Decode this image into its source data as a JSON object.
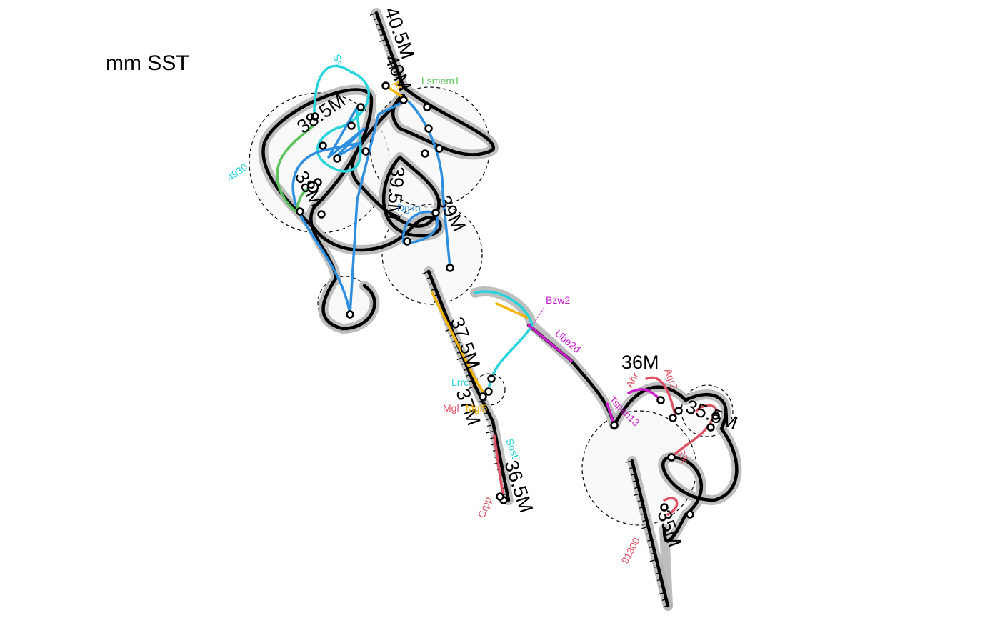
{
  "title": "mm SST",
  "colors": {
    "chromatin": "#000000",
    "halo": "#b3b3b3",
    "cyan": "#28d3dc",
    "blue": "#2f8fdf",
    "green": "#5cc35c",
    "yellow": "#f4b400",
    "magenta": "#cc1fcc",
    "red": "#df5366",
    "domain_fill": "#f7f7f7"
  },
  "coordinate_labels": [
    "40.5M",
    "40M",
    "39.5M",
    "39M",
    "38.5M",
    "38M",
    "37.5M",
    "37M",
    "36.5M",
    "36M",
    "35.5M",
    "35M"
  ],
  "genes": [
    {
      "label": "Lsmem1",
      "color": "green"
    },
    {
      "label": "Ar",
      "color": "yellow"
    },
    {
      "label": "Ss",
      "color": "cyan"
    },
    {
      "label": "4930",
      "color": "cyan"
    },
    {
      "label": "Dgkb",
      "color": "blue"
    },
    {
      "label": "Bzw2",
      "color": "magenta"
    },
    {
      "label": "Ube2d",
      "color": "magenta"
    },
    {
      "label": "Tspan13",
      "color": "magenta"
    },
    {
      "label": "Lrrc",
      "color": "cyan"
    },
    {
      "label": "Mgl",
      "color": "red"
    },
    {
      "label": "Mgl5",
      "color": "yellow"
    },
    {
      "label": "Sost",
      "color": "cyan"
    },
    {
      "label": "Crpp",
      "color": "red"
    },
    {
      "label": "Agr2",
      "color": "red"
    },
    {
      "label": "Ahr",
      "color": "red"
    },
    {
      "label": "Rik",
      "color": "red"
    },
    {
      "label": "91300",
      "color": "red"
    }
  ]
}
